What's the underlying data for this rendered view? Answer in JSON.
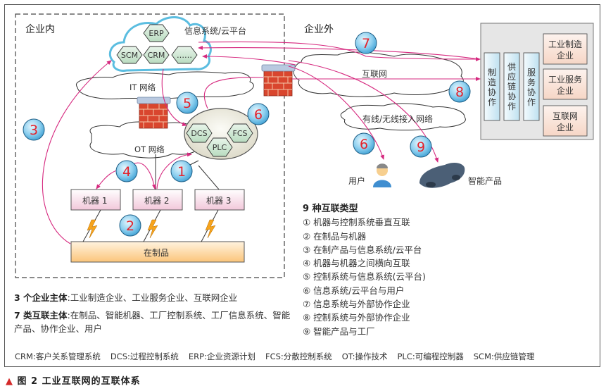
{
  "zones": {
    "inside": "企业内",
    "outside": "企业外"
  },
  "info_system": {
    "label": "信息系统/云平台",
    "modules": [
      "ERP",
      "SCM",
      "CRM",
      "……"
    ]
  },
  "networks": {
    "it": "IT 网络",
    "ot": "OT 网络",
    "internet": "互联网",
    "access": "有线/无线接入网络"
  },
  "control_system": {
    "modules": [
      "DCS",
      "FCS",
      "PLC"
    ]
  },
  "machines": [
    "机器 1",
    "机器 2",
    "机器 3"
  ],
  "wip": "在制品",
  "endpoints": {
    "user": "用户",
    "smart_product": "智能产品"
  },
  "partners": {
    "collaboration": [
      "制造协作",
      "供应链协作",
      "服务协作"
    ],
    "enterprises": [
      "工业制造企业",
      "工业服务企业",
      "互联网企业"
    ]
  },
  "badges": [
    "1",
    "2",
    "3",
    "4",
    "5",
    "6",
    "7",
    "8",
    "9",
    "6"
  ],
  "legend": {
    "title": "9 种互联类型",
    "items": [
      "① 机器与控制系统垂直互联",
      "② 在制品与机器",
      "③ 在制产品与信息系统/云平台",
      "④ 机器与机器之间横向互联",
      "⑤ 控制系统与信息系统(云平台)",
      "⑥ 信息系统/云平台与用户",
      "⑦ 信息系统与外部协作企业",
      "⑧ 控制系统与外部协作企业",
      "⑨ 智能产品与工厂"
    ]
  },
  "notes": {
    "enterprise_label": "3 个企业主体",
    "enterprise_text": ":工业制造企业、工业服务企业、互联网企业",
    "subject_label": "7 类互联主体",
    "subject_text": ":在制品、智能机器、工厂控制系统、工厂信息系统、智能产品、协作企业、用户"
  },
  "abbreviations": [
    "CRM:客户关系管理系统",
    "DCS:过程控制系统",
    "ERP:企业资源计划",
    "FCS:分散控制系统",
    "OT:操作技术",
    "PLC:可编程控制器",
    "SCM:供应链管理"
  ],
  "caption": {
    "marker": "▲",
    "text": "图 2 工业互联网的互联体系"
  },
  "colors": {
    "arrow": "#d6297f",
    "badge_fill": "#8fd0ef",
    "badge_text": "#e3232c",
    "hex_fill": "#cfe6d2",
    "cloud_outline": "#5bbde0",
    "machine_fill": "#f6dbe6",
    "wip_fill": "#fbd49a",
    "partner_fill": "#e6e6e6",
    "collab_fill": "#d7ecf5",
    "enterprise_fill": "#f9e2d6"
  }
}
